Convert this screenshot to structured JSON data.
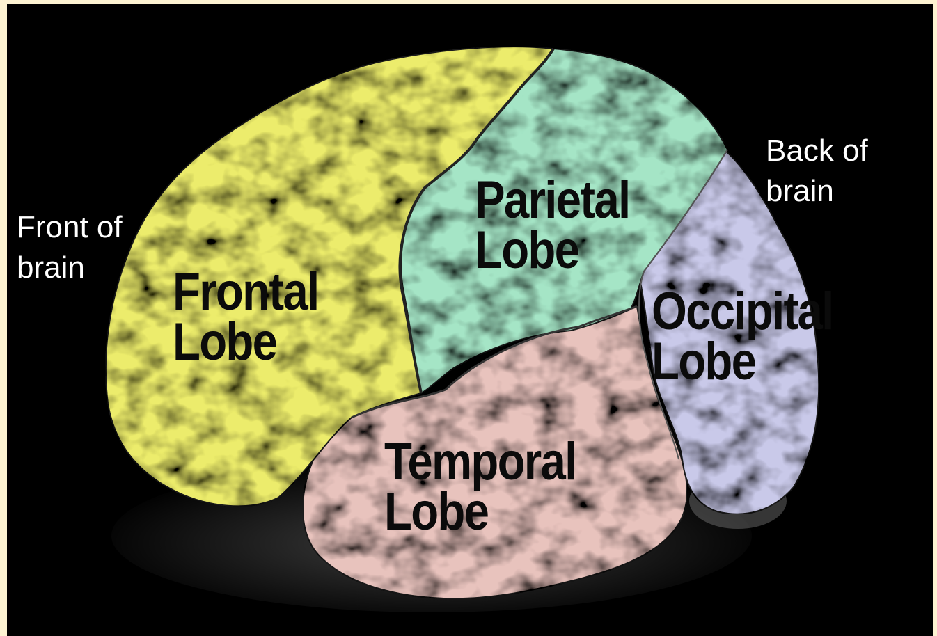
{
  "annotations": {
    "front": [
      "Front of",
      "brain"
    ],
    "back": [
      "Back of",
      "brain"
    ]
  },
  "lobes": [
    {
      "id": "frontal",
      "lines": [
        "Frontal",
        "Lobe"
      ],
      "color": "#ecec6c"
    },
    {
      "id": "parietal",
      "lines": [
        "Parietal",
        "Lobe"
      ],
      "color": "#a5e5c6"
    },
    {
      "id": "occipital",
      "lines": [
        "Occipital",
        "Lobe"
      ],
      "color": "#c9c9e9"
    },
    {
      "id": "temporal",
      "lines": [
        "Temporal",
        "Lobe"
      ],
      "color": "#e8c3bd"
    }
  ],
  "colors": {
    "page_border": "#fdf3d2",
    "background": "#000000",
    "label_text": "#0b0b0b",
    "annotation_text": "#ffffff"
  }
}
